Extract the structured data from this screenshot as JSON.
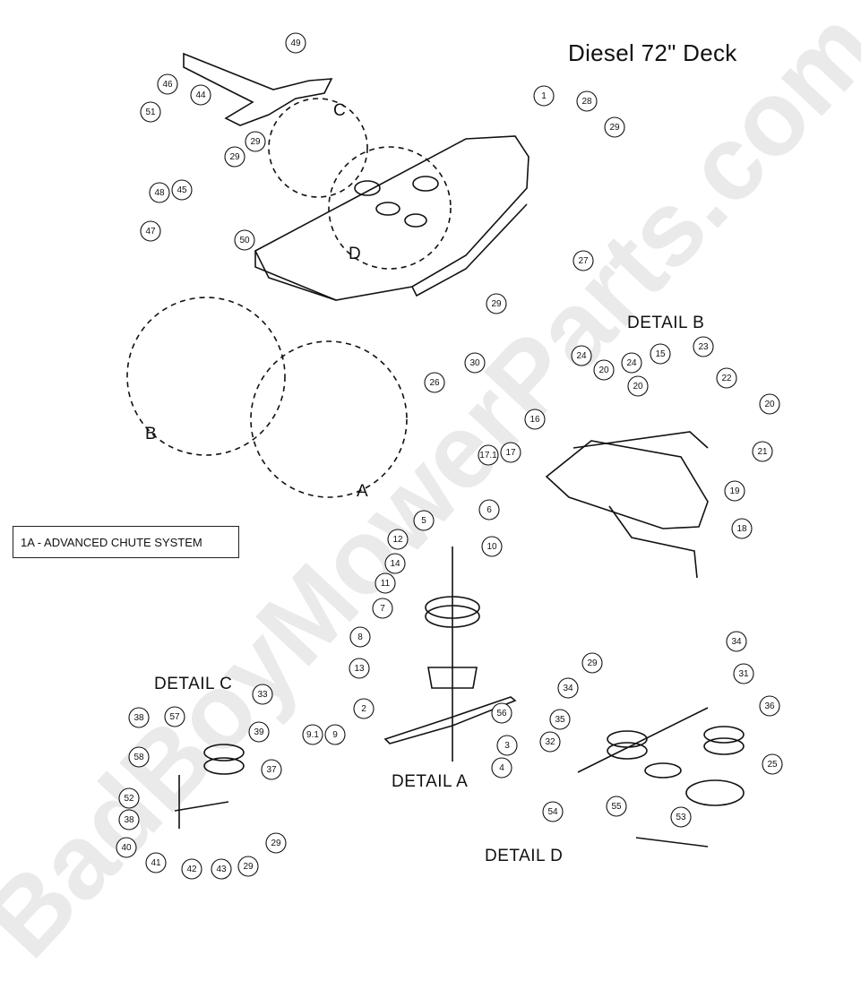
{
  "title": "Diesel 72\" Deck",
  "watermark": "BadBoyMowerParts.com",
  "detail_labels": {
    "a": "DETAIL  A",
    "b": "DETAIL  B",
    "c": "DETAIL  C",
    "d": "DETAIL  D"
  },
  "view_letters": {
    "a": "A",
    "b": "B",
    "c": "C",
    "d": "D"
  },
  "chute_box_label": "1A - ADVANCED CHUTE SYSTEM",
  "callouts": [
    "49",
    "1",
    "28",
    "29",
    "46",
    "44",
    "51",
    "29",
    "29",
    "48",
    "45",
    "50",
    "47",
    "27",
    "29",
    "30",
    "26",
    "24",
    "20",
    "24",
    "20",
    "15",
    "23",
    "22",
    "20",
    "16",
    "21",
    "19",
    "17.1",
    "17",
    "18",
    "5",
    "6",
    "12",
    "10",
    "14",
    "11",
    "7",
    "8",
    "13",
    "2",
    "9.1",
    "9",
    "56",
    "3",
    "4",
    "29",
    "34",
    "57",
    "39",
    "38",
    "58",
    "37",
    "52",
    "38",
    "40",
    "41",
    "42",
    "43",
    "29",
    "29",
    "33",
    "34",
    "31",
    "36",
    "35",
    "32",
    "25",
    "54",
    "55",
    "53"
  ]
}
